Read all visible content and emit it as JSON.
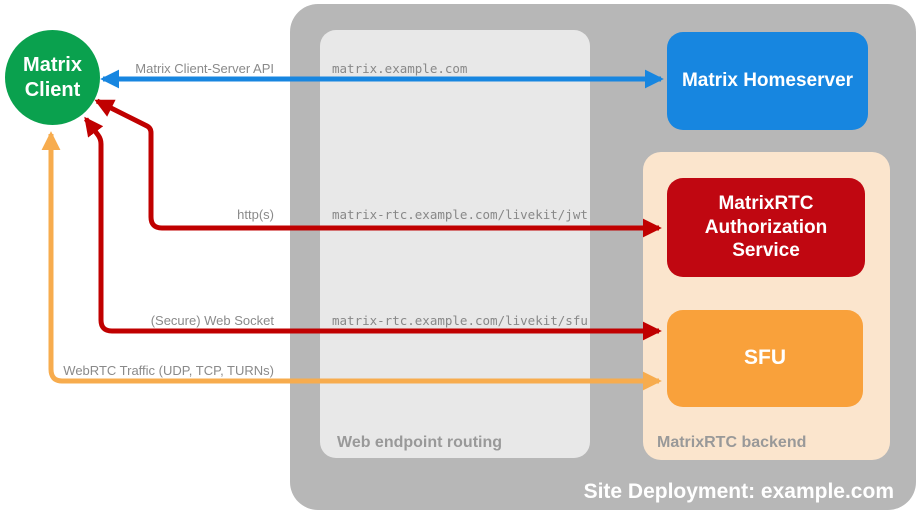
{
  "colors": {
    "client_green": "#0aa14e",
    "homeserver_blue": "#1786e0",
    "auth_service_red": "#c00711",
    "arrow_red": "#c00000",
    "sfu_orange": "#f9a13b",
    "arrow_orange": "#f7ac4e",
    "outer_container_gray": "#b7b7b7",
    "routing_box_gray": "#e8e8e8",
    "backend_box_peach": "#fbe5cd",
    "label_gray": "#8a8a8a",
    "section_label_gray": "#999999"
  },
  "client": {
    "label": "Matrix Client"
  },
  "homeserver": {
    "label": "Matrix Homeserver"
  },
  "routing": {
    "label": "Web endpoint routing",
    "endpoints": [
      "matrix.example.com",
      "matrix-rtc.example.com/livekit/jwt",
      "matrix-rtc.example.com/livekit/sfu"
    ]
  },
  "backend": {
    "label": "MatrixRTC backend",
    "auth_service_label": "MatrixRTC Authorization Service",
    "sfu_label": "SFU"
  },
  "deployment": {
    "label": "Site Deployment: example.com"
  },
  "arrows": {
    "client_server_api": {
      "label": "Matrix Client-Server API"
    },
    "http": {
      "label": "http(s)"
    },
    "websocket": {
      "label": "(Secure) Web Socket"
    },
    "webrtc": {
      "label": "WebRTC Traffic (UDP, TCP, TURNs)"
    }
  }
}
